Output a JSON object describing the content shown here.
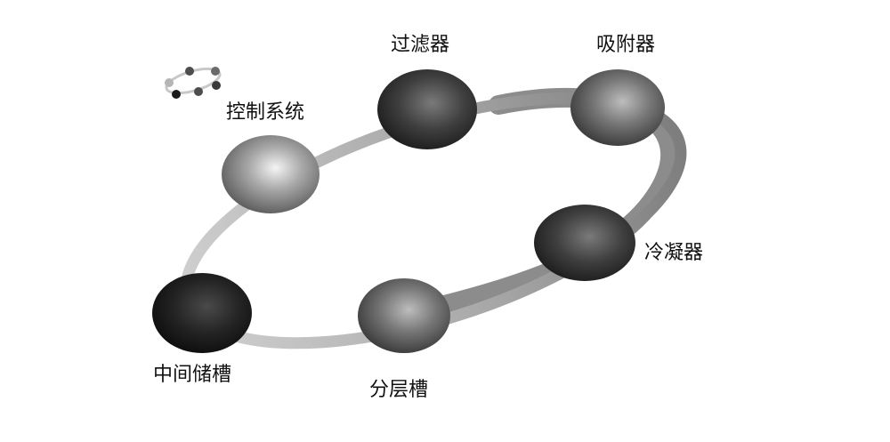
{
  "diagram": {
    "nodes": [
      {
        "id": "control",
        "label": "控制系统",
        "shade": "light"
      },
      {
        "id": "filter",
        "label": "过滤器",
        "shade": "dark"
      },
      {
        "id": "adsorber",
        "label": "吸附器",
        "shade": "medium"
      },
      {
        "id": "condenser",
        "label": "冷凝器",
        "shade": "dark"
      },
      {
        "id": "separator",
        "label": "分层槽",
        "shade": "medium"
      },
      {
        "id": "storage",
        "label": "中间储槽",
        "shade": "darkest"
      }
    ],
    "colors": {
      "ring_light": "#c6c6c6",
      "ring_dark": "#8a8a8a",
      "text": "#111111"
    }
  }
}
